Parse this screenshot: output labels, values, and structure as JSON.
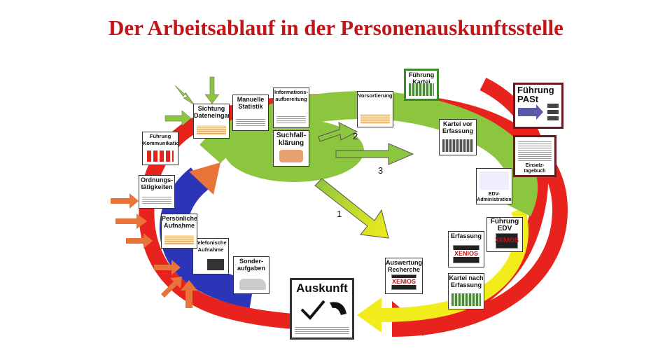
{
  "title": "Der Arbeitsablauf in der Personenauskunftsstelle",
  "cards": {
    "sichtung": "Sichtung Dateneingang",
    "statistik": "Manuelle Statistik",
    "informationsaufbereitung": "Informations-aufbereitung",
    "vorsortierung": "Vorsortierung",
    "fuehrung_kartei": "Führung Kartei",
    "fuehrung_pasi": "Führung PASt",
    "kartei_vor_erfassung": "Kartei vor Erfassung",
    "einsatztagebuch": "Einsatz-tagebuch",
    "edv_administration": "EDV-Administration",
    "fuehrung_edv": "Führung EDV",
    "erfassung": "Erfassung",
    "kartei_nach_erfassung": "Kartei nach Erfassung",
    "auswertung_recherche": "Auswertung Recherche",
    "auskunft": "Auskunft",
    "sonderaufgaben": "Sonder-aufgaben",
    "telefonische_aufnahme": "Telefonische Aufnahme",
    "persoenliche_aufnahme": "Persönliche Aufnahme",
    "ordnungstaetigkeiten": "Ordnungs-tätigkeiten",
    "fuehrung_kommunikation": "Führung Kommunikation",
    "suchfallklaerung": "Suchfall-klärung",
    "xenios": "XENIOS"
  },
  "paths": {
    "p1": "1",
    "p2": "2",
    "p3": "3"
  },
  "colors": {
    "red": "#e8231e",
    "yellow": "#f2ec1c",
    "green": "#8cc63f",
    "blue": "#2c35b8",
    "orange": "#e8743a",
    "title": "#c0161a"
  }
}
